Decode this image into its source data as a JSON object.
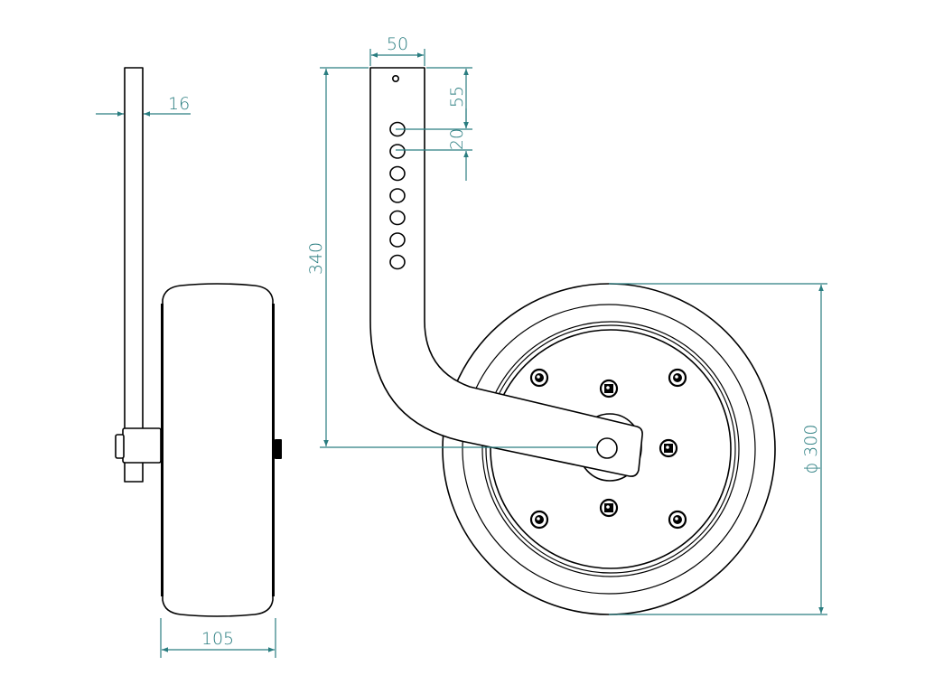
{
  "colors": {
    "line": "#000000",
    "dimension": "#2a7d80",
    "background": "#ffffff"
  },
  "dimensions": {
    "plate_thickness": "16",
    "tube_width": "50",
    "top_hole_offset": "55",
    "hole_pitch": "20",
    "height": "340",
    "wheel_width": "105",
    "wheel_diameter": "ϕ 300"
  },
  "adjustment_hole_count": 7
}
